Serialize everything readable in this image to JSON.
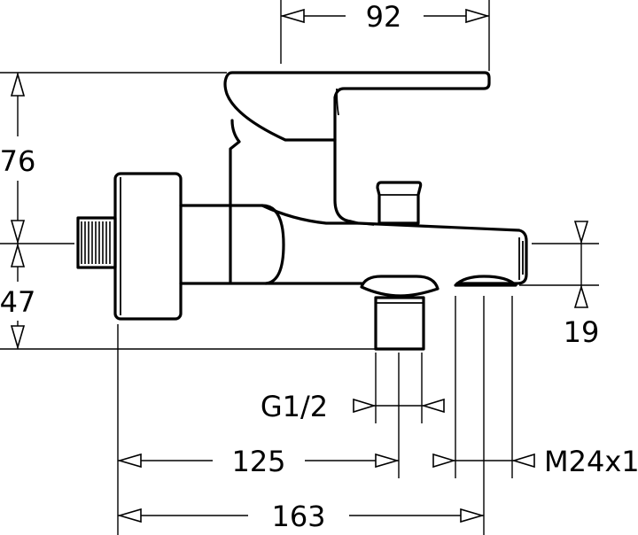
{
  "dimensions": {
    "width_top": "92",
    "height_upper": "76",
    "height_lower": "47",
    "spout_height": "19",
    "inlet_thread": "G1/2",
    "outlet_distance": "125",
    "aerator_thread": "M24x1",
    "overall_length": "163"
  }
}
